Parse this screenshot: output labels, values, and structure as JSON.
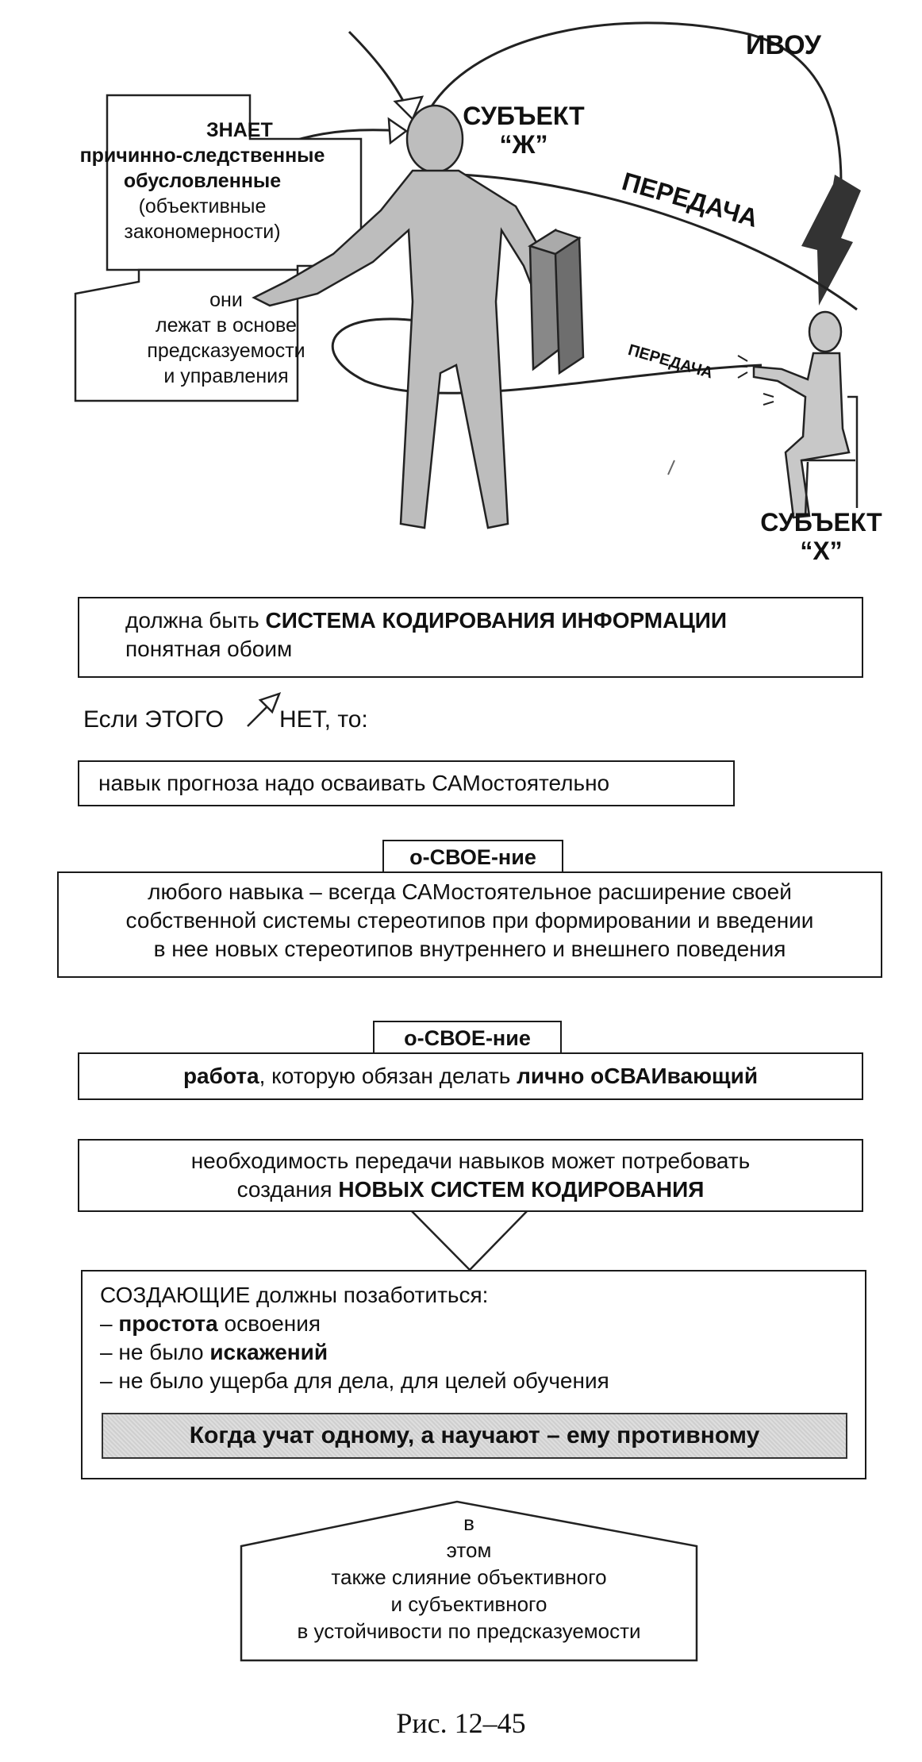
{
  "top": {
    "ivou": "ИВОУ",
    "subject_zh_1": "СУБЪЕКТ",
    "subject_zh_2": "“Ж”",
    "peredacha_big": "ПЕРЕДАЧА",
    "peredacha_small": "ПЕРЕДАЧА",
    "subject_x_1": "СУБЪЕКТ",
    "subject_x_2": "“Х”",
    "znaet": {
      "head": "ЗНАЕТ",
      "l1": "причинно-следственные",
      "l2": "обусловленные",
      "l3": "(объективные",
      "l4": "закономерности)"
    },
    "oni": {
      "l1": "они",
      "l2": "лежат в основе",
      "l3": "предсказуемости",
      "l4": "и управления"
    }
  },
  "box1": {
    "pre": "должна быть ",
    "bold": "СИСТЕМА КОДИРОВАНИЯ ИНФОРМАЦИИ",
    "l2": "понятная обоим"
  },
  "esli": {
    "a": "Если ЭТОГО",
    "b": "НЕТ, то:"
  },
  "box2": {
    "text": "навык прогноза надо осваивать САМостоятельно"
  },
  "box3": {
    "tag": "о-СВОЕ-ние",
    "l1": "любого навыка – всегда САМостоятельное расширение своей",
    "l2": "собственной системы стереотипов при формировании и введении",
    "l3": "в нее новых стереотипов внутреннего и внешнего поведения"
  },
  "box4": {
    "tag": "о-СВОЕ-ние",
    "b1": "работа",
    "mid": ", которую обязан делать ",
    "b2": "лично оСВАИвающий"
  },
  "box5": {
    "l1": "необходимость передачи навыков может потребовать",
    "pre": "создания ",
    "bold": "НОВЫХ СИСТЕМ КОДИРОВАНИЯ"
  },
  "box6": {
    "head": "СОЗДАЮЩИЕ должны позаботиться:",
    "i1_pre": "– ",
    "i1_bold": "простота",
    "i1_post": " освоения",
    "i2_pre": "– не было ",
    "i2_bold": "искажений",
    "i3": "– не было ущерба для дела, для целей обучения",
    "banner": "Когда учат одному, а научают  – ему противному"
  },
  "box7": {
    "l1": "в",
    "l2": "этом",
    "l3": "также слияние объективного",
    "l4": "и субъективного",
    "l5": "в устойчивости по предсказуемости"
  },
  "caption": "Рис. 12–45"
}
